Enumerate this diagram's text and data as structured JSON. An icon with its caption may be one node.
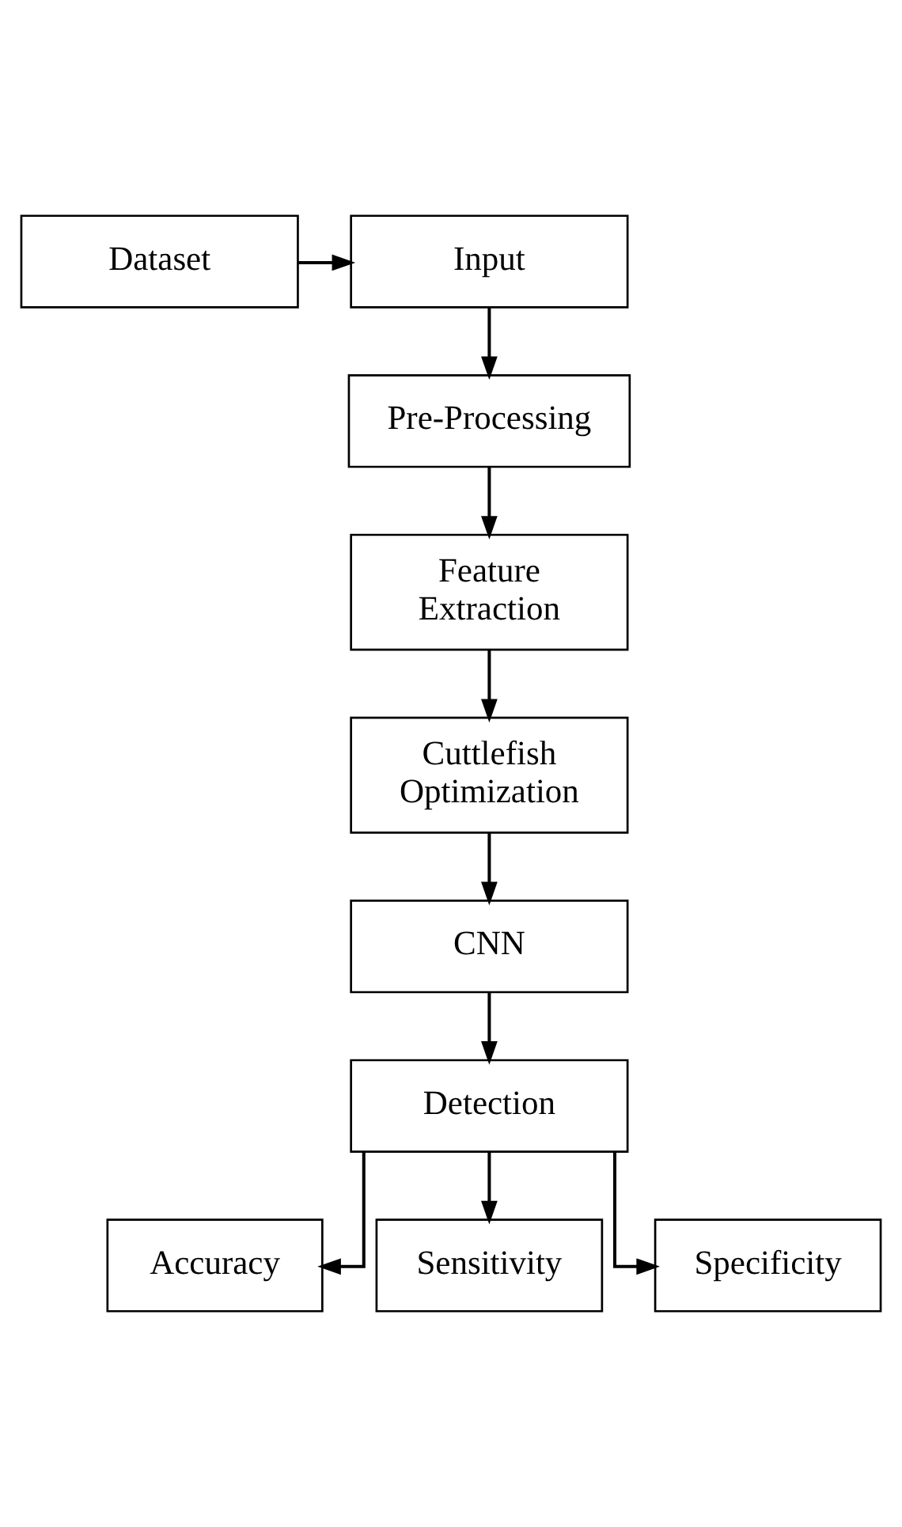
{
  "diagram": {
    "nodes": [
      {
        "text": [
          "Input"
        ]
      },
      {
        "text": [
          "Dataset"
        ]
      },
      {
        "text": [
          "Pre-Processing"
        ]
      },
      {
        "text": [
          "Feature Extraction"
        ]
      },
      {
        "text": [
          "Cuttlefish Optimization"
        ]
      },
      {
        "text": [
          "CNN"
        ]
      },
      {
        "text": [
          "Detection"
        ]
      },
      {
        "text": [
          "Accuracy"
        ]
      },
      {
        "text": [
          "Sensitivity"
        ]
      },
      {
        "text": [
          "Specificity"
        ]
      }
    ],
    "edges": [
      {
        "from": 1,
        "to": 0,
        "arrow": "to"
      },
      {
        "from": 0,
        "to": 2,
        "arrow": "to"
      },
      {
        "from": 2,
        "to": 3,
        "arrow": "to"
      },
      {
        "from": 3,
        "to": 4,
        "arrow": "to"
      },
      {
        "from": 4,
        "to": 5,
        "arrow": "to"
      },
      {
        "from": 5,
        "to": 6,
        "arrow": "to"
      },
      {
        "from": 6,
        "to": 7,
        "arrow": "to"
      },
      {
        "from": 6,
        "to": 8,
        "arrow": "to"
      },
      {
        "from": 6,
        "to": 9,
        "arrow": "to"
      }
    ]
  }
}
